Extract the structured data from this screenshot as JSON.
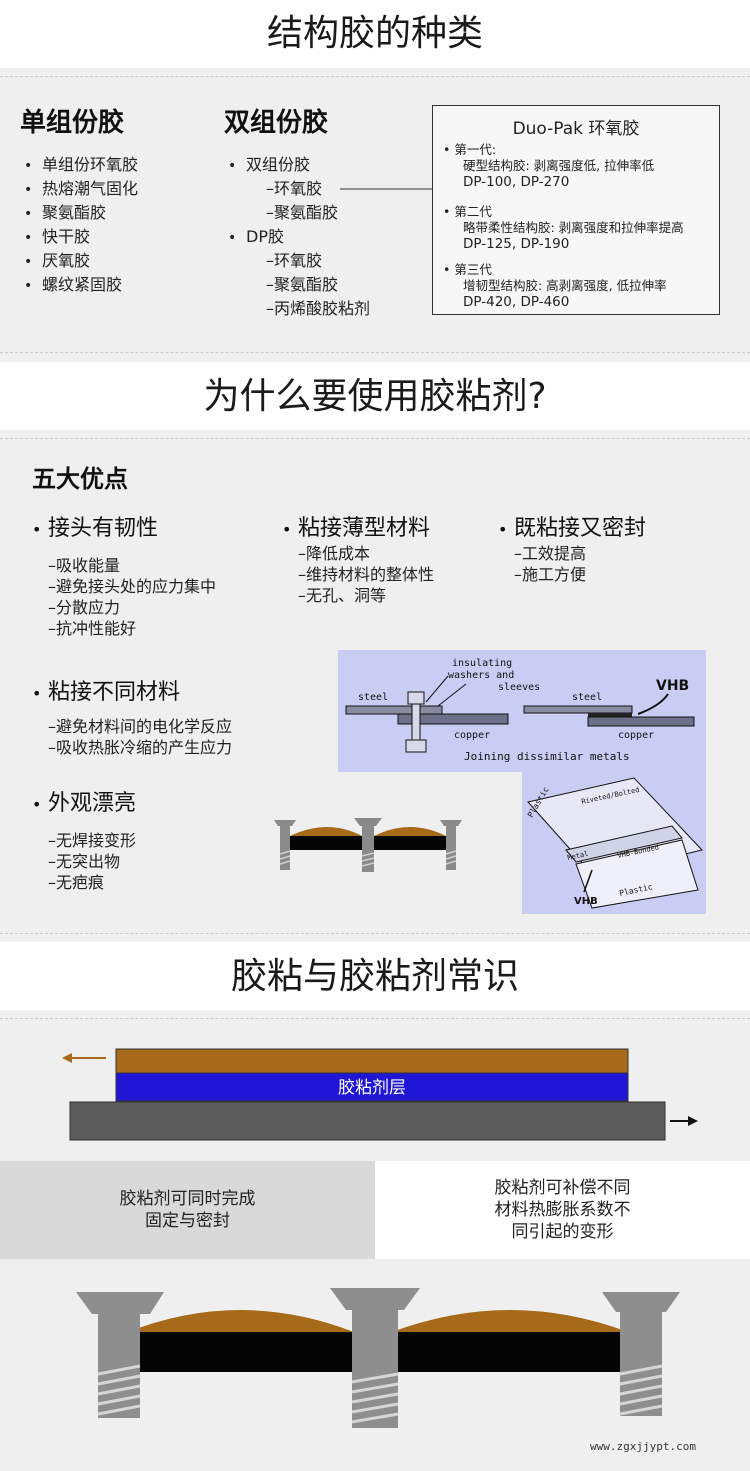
{
  "section1": {
    "title": "结构胶的种类",
    "single": {
      "heading": "单组份胶",
      "items": [
        "单组份环氧胶",
        "热熔潮气固化",
        "聚氨酯胶",
        "快干胶",
        "厌氧胶",
        "螺纹紧固胶"
      ]
    },
    "double": {
      "heading": "双组份胶",
      "items": [
        {
          "text": "双组份胶",
          "sub": false
        },
        {
          "text": "–环氧胶",
          "sub": true
        },
        {
          "text": "–聚氨酯胶",
          "sub": true
        },
        {
          "text": "DP胶",
          "sub": false
        },
        {
          "text": "–环氧胶",
          "sub": true
        },
        {
          "text": "–聚氨酯胶",
          "sub": true
        },
        {
          "text": "–丙烯酸胶粘剂",
          "sub": true
        }
      ]
    },
    "duopak": {
      "title": "Duo-Pak 环氧胶",
      "generations": [
        {
          "head": "第一代:",
          "desc": "硬型结构胶: 剥离强度低, 拉伸率低",
          "products": "DP-100, DP-270"
        },
        {
          "head": "第二代",
          "desc": "略带柔性结构胶: 剥离强度和拉伸率提高",
          "products": "DP-125, DP-190"
        },
        {
          "head": "第三代",
          "desc": "增韧型结构胶: 高剥离强度, 低拉伸率",
          "products": "DP-420, DP-460"
        }
      ]
    }
  },
  "section2": {
    "title": "为什么要使用胶粘剂?",
    "heading": "五大优点",
    "advantages": [
      {
        "title": "接头有韧性",
        "items": [
          "–吸收能量",
          "–避免接头处的应力集中",
          "–分散应力",
          "–抗冲性能好"
        ]
      },
      {
        "title": "粘接薄型材料",
        "items": [
          "–降低成本",
          "–维持材料的整体性",
          "–无孔、洞等"
        ]
      },
      {
        "title": "既粘接又密封",
        "items": [
          "–工效提高",
          "–施工方便"
        ]
      },
      {
        "title": "粘接不同材料",
        "items": [
          "–避免材料间的电化学反应",
          "–吸收热胀冷缩的产生应力"
        ]
      },
      {
        "title": "外观漂亮",
        "items": [
          "–无焊接变形",
          "–无突出物",
          "–无疤痕"
        ]
      }
    ],
    "diagram": {
      "label1": "insulating",
      "label2": "washers and",
      "label3": "sleeves",
      "steel_left": "steel",
      "copper_left": "copper",
      "steel_right": "steel",
      "copper_right": "copper",
      "vhb": "VHB",
      "caption": "Joining dissimilar metals",
      "plastic_vhb": "VHB",
      "plastic_top": "Plastic",
      "plastic_mid": "Metal",
      "plastic_riveted": "Riveted/Bolted",
      "plastic_bonded": "VHB-Bonded",
      "plastic_bottom": "Plastic"
    }
  },
  "section3": {
    "title": "胶粘与胶粘剂常识",
    "layer_label": "胶粘剂层",
    "cell_left_l1": "胶粘剂可同时完成",
    "cell_left_l2": "固定与密封",
    "cell_right_l1": "胶粘剂可补偿不同",
    "cell_right_l2": "材料热膨胀系数不",
    "cell_right_l3": "同引起的变形",
    "watermark": "www.zgxjjypt.com"
  },
  "colors": {
    "panel": "#efefef",
    "brown": "#a76a1a",
    "blue": "#1f16d6",
    "gray_bar": "#5c5c5c",
    "diagram_bg": "#c9cdf3"
  }
}
